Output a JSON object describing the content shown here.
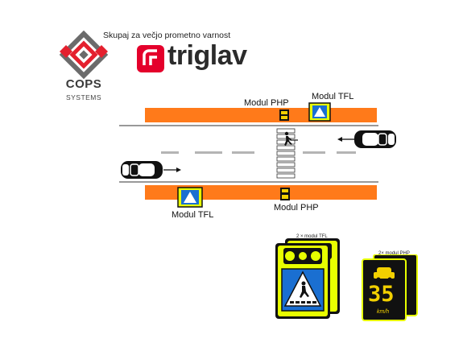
{
  "header": {
    "tagline": "Skupaj za večjo prometno varnost",
    "cops_logo": {
      "name": "COPS",
      "subtitle": "SYSTEMS"
    },
    "triglav_logo": {
      "name": "triglav"
    }
  },
  "diagram": {
    "labels": {
      "top_php": "Modul PHP",
      "top_tfl": "Modul TFL",
      "bottom_tfl": "Modul TFL",
      "bottom_php": "Modul PHP"
    },
    "icons": [
      "car-icon",
      "pedestrian-icon",
      "crosswalk-sign-icon",
      "arrow-icon"
    ]
  },
  "legend": {
    "tfl_caption": "2 × modul TFL",
    "php_caption": "2× modul PHP",
    "speed_value": "35",
    "speed_unit": "km/h"
  },
  "colors": {
    "sidewalk": "#ff7a1a",
    "sign_blue": "#1a6fd1",
    "sign_yellow": "#e8ff00",
    "display_yellow": "#f2d000",
    "triglav_red": "#e4002b"
  }
}
